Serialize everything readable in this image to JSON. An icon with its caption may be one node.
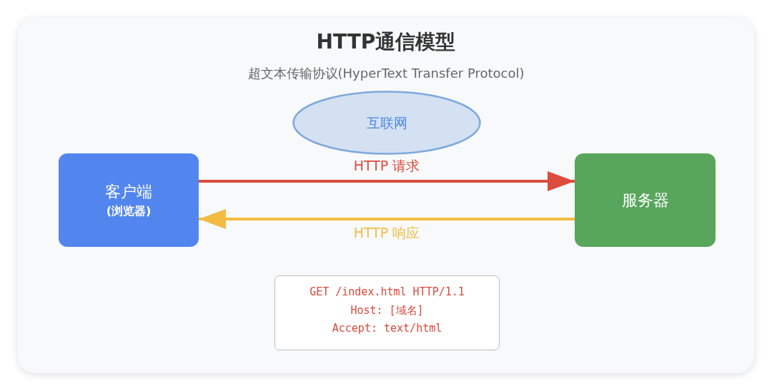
{
  "diagram": {
    "title": "HTTP通信模型",
    "nodes": [
      {
        "text": [
          "互联网"
        ]
      },
      {
        "text": [
          "客户端",
          "(浏览器)"
        ]
      },
      {
        "text": [
          "服务器"
        ]
      },
      {
        "text": [
          "GET /index.html HTTP/1.1",
          "Host: [域名]",
          "Accept: text/html"
        ]
      }
    ],
    "edges": [
      {
        "from": 1,
        "to": 2,
        "arrow": "to",
        "label": "HTTP 请求",
        "color": "#db4c3f"
      },
      {
        "from": 2,
        "to": 1,
        "arrow": "to",
        "label": "HTTP 响应",
        "color": "#f2bc42"
      }
    ],
    "labels": [
      "超文本传输协议(HyperText Transfer Protocol)"
    ]
  }
}
